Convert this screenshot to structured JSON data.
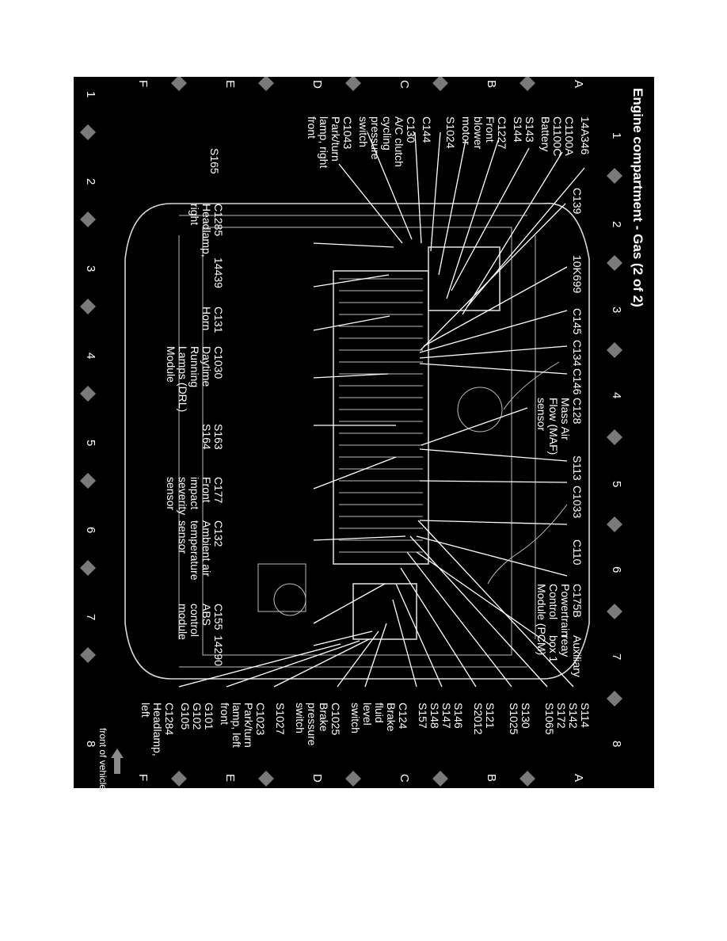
{
  "title": "Engine compartment - Gas (2 of 2)",
  "grid": {
    "columns": [
      "1",
      "2",
      "3",
      "4",
      "5",
      "6",
      "7",
      "8"
    ],
    "rows": [
      "A",
      "B",
      "C",
      "D",
      "E",
      "F"
    ]
  },
  "front_label": "front of vehicle",
  "labels": {
    "l14A346": "14A346",
    "c1100a": "C1100A",
    "c1100c": "C1100C",
    "battery": "Battery",
    "s143": "S143",
    "s144": "S144",
    "c1227": "C1227",
    "front_w": "Front",
    "blower": "blower",
    "motor": "motor",
    "s1024": "S1024",
    "c144": "C144",
    "c130": "C130",
    "ac_clutch": "A/C clutch",
    "cycling": "cycling",
    "pressure_w": "pressure",
    "switch_w": "switch",
    "c1043": "C1043",
    "park_turn": "Park/turn",
    "lamp_right": "lamp, right",
    "front_w2": "front",
    "s165": "S165",
    "c139": "C139",
    "c1285": "C1285",
    "headlamp_w": "Headlamp,",
    "right_w": "right",
    "l10k699": "10K699",
    "l14439": "14439",
    "c145": "C145",
    "c131": "C131",
    "horn": "Horn",
    "c134": "C134",
    "c1030": "C1030",
    "daytime": "Daytime",
    "running": "Running",
    "lamps_drl": "Lamps (DRL)",
    "module": "Module",
    "c146": "C146",
    "c128": "C128",
    "mass_air": "Mass Air",
    "flow_maf": "Flow (MAF)",
    "sensor": "sensor",
    "s163": "S163",
    "s164": "S164",
    "s113": "S113",
    "c177": "C177",
    "front_w3": "Front",
    "impact": "impact",
    "severity": "severity",
    "sensor2": "sensor",
    "c1033": "C1033",
    "c132": "C132",
    "ambient_air": "Ambient air",
    "temperature": "temperature",
    "sensor3": "sensor",
    "c110": "C110",
    "c175b": "C175B",
    "powertrain": "Powertrain",
    "control": "Control",
    "module_pcm": "Module (PCM)",
    "c155": "C155",
    "abs": "ABS",
    "control2": "control",
    "module2": "module",
    "auxiliary": "Auxiliary",
    "relay": "reay",
    "box1": "box 1",
    "l14290": "14290",
    "s114": "S114",
    "s142": "S142",
    "s172": "S172",
    "s1065": "S1065",
    "s130": "S130",
    "s1025": "S1025",
    "s121": "S121",
    "s2012": "S2012",
    "s146": "S146",
    "s147": "S147",
    "s148": "S148",
    "s157": "S157",
    "c124": "C124",
    "brake": "Brake",
    "fluid": "fluid",
    "level": "level",
    "switch2": "switch",
    "c1025": "C1025",
    "brake2": "Brake",
    "pressure2": "pressure",
    "switch3": "switch",
    "s1027": "S1027",
    "c1023": "C1023",
    "park_turn2": "Park/turn",
    "lamp_left": "lamp, left",
    "front_w4": "front",
    "g101": "G101",
    "g102": "G102",
    "g105": "G105",
    "c1284": "C1284",
    "headlamp2": "Headlamp,",
    "left_w": "left"
  }
}
